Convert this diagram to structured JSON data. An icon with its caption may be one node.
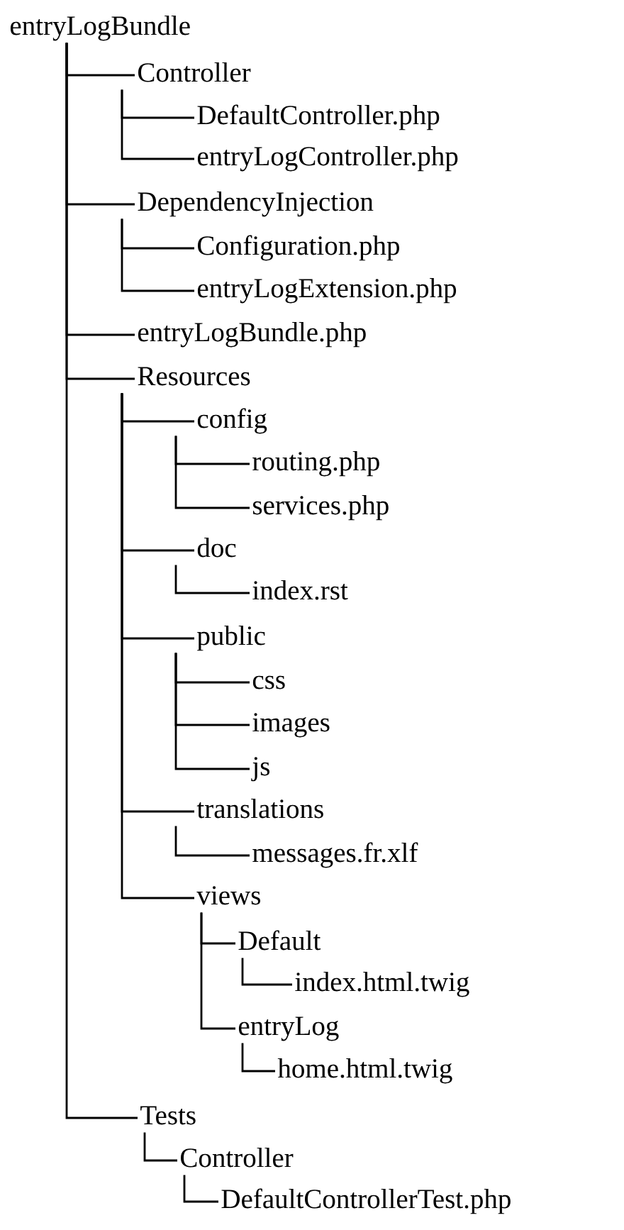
{
  "diagram": {
    "nodes": [
      {
        "text": [
          "entryLogBundle"
        ]
      },
      {
        "text": [
          "Controller"
        ]
      },
      {
        "text": [
          "DefaultController.php"
        ]
      },
      {
        "text": [
          "entryLogController.php"
        ]
      },
      {
        "text": [
          "DependencyInjection"
        ]
      },
      {
        "text": [
          "Configuration.php"
        ]
      },
      {
        "text": [
          "entryLogExtension.php"
        ]
      },
      {
        "text": [
          "entryLogBundle.php"
        ]
      },
      {
        "text": [
          "Resources"
        ]
      },
      {
        "text": [
          "config"
        ]
      },
      {
        "text": [
          "routing.php"
        ]
      },
      {
        "text": [
          "services.php"
        ]
      },
      {
        "text": [
          "doc"
        ]
      },
      {
        "text": [
          "index.rst"
        ]
      },
      {
        "text": [
          "public"
        ]
      },
      {
        "text": [
          "css"
        ]
      },
      {
        "text": [
          "images"
        ]
      },
      {
        "text": [
          "js"
        ]
      },
      {
        "text": [
          "translations"
        ]
      },
      {
        "text": [
          "messages.fr.xlf"
        ]
      },
      {
        "text": [
          "views"
        ]
      },
      {
        "text": [
          "Default"
        ]
      },
      {
        "text": [
          "index.html.twig"
        ]
      },
      {
        "text": [
          "entryLog"
        ]
      },
      {
        "text": [
          "home.html.twig"
        ]
      },
      {
        "text": [
          "Tests"
        ]
      },
      {
        "text": [
          "Controller"
        ]
      },
      {
        "text": [
          "DefaultControllerTest.php"
        ]
      }
    ],
    "edges": [
      {
        "from": 0,
        "to": 1,
        "arrow": "none"
      },
      {
        "from": 1,
        "to": 2,
        "arrow": "none"
      },
      {
        "from": 1,
        "to": 3,
        "arrow": "none"
      },
      {
        "from": 0,
        "to": 4,
        "arrow": "none"
      },
      {
        "from": 4,
        "to": 5,
        "arrow": "none"
      },
      {
        "from": 4,
        "to": 6,
        "arrow": "none"
      },
      {
        "from": 0,
        "to": 7,
        "arrow": "none"
      },
      {
        "from": 0,
        "to": 8,
        "arrow": "none"
      },
      {
        "from": 8,
        "to": 9,
        "arrow": "none"
      },
      {
        "from": 9,
        "to": 10,
        "arrow": "none"
      },
      {
        "from": 9,
        "to": 11,
        "arrow": "none"
      },
      {
        "from": 8,
        "to": 12,
        "arrow": "none"
      },
      {
        "from": 12,
        "to": 13,
        "arrow": "none"
      },
      {
        "from": 8,
        "to": 14,
        "arrow": "none"
      },
      {
        "from": 14,
        "to": 15,
        "arrow": "none"
      },
      {
        "from": 14,
        "to": 16,
        "arrow": "none"
      },
      {
        "from": 14,
        "to": 17,
        "arrow": "none"
      },
      {
        "from": 8,
        "to": 18,
        "arrow": "none"
      },
      {
        "from": 18,
        "to": 19,
        "arrow": "none"
      },
      {
        "from": 8,
        "to": 20,
        "arrow": "none"
      },
      {
        "from": 20,
        "to": 21,
        "arrow": "none"
      },
      {
        "from": 21,
        "to": 22,
        "arrow": "none"
      },
      {
        "from": 20,
        "to": 23,
        "arrow": "none"
      },
      {
        "from": 23,
        "to": 24,
        "arrow": "none"
      },
      {
        "from": 0,
        "to": 25,
        "arrow": "none"
      },
      {
        "from": 25,
        "to": 26,
        "arrow": "none"
      },
      {
        "from": 26,
        "to": 27,
        "arrow": "none"
      }
    ]
  }
}
